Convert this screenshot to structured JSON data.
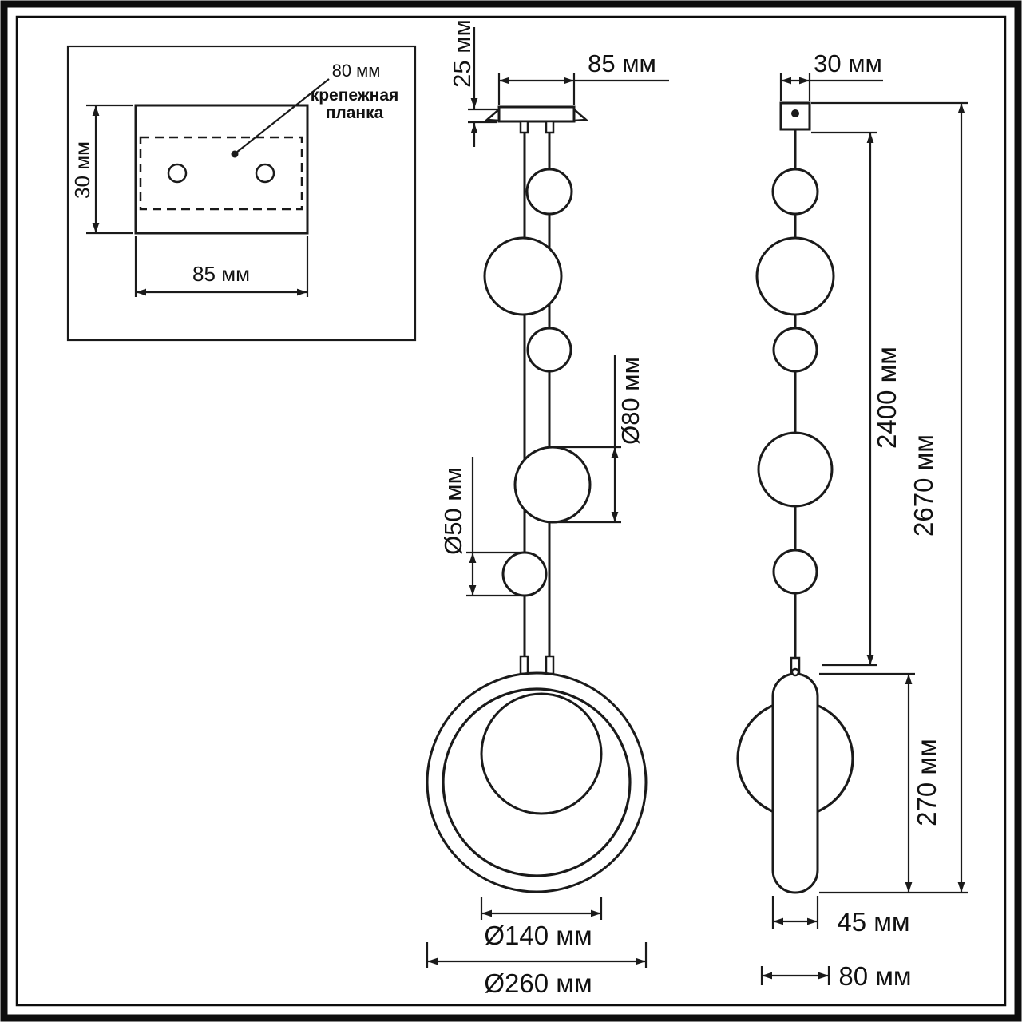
{
  "colors": {
    "line": "#1a1a1a",
    "background": "#ffffff"
  },
  "inset": {
    "plate_width_label": "80 мм",
    "note_line1": "крепежная",
    "note_line2": "планка",
    "height_label": "30 мм",
    "width_label": "85 мм"
  },
  "front_view": {
    "canopy_height_label": "25 мм",
    "canopy_width_label": "85 мм",
    "large_sphere_label": "Ø80 мм",
    "small_sphere_label": "Ø50 мм",
    "inner_diameter_label": "Ø140 мм",
    "outer_diameter_label": "Ø260 мм"
  },
  "side_view": {
    "canopy_width_label": "30 мм",
    "suspension_length_label": "2400 мм",
    "overall_height_label": "2670 мм",
    "pendant_height_label": "270 мм",
    "pendant_width_label": "45 мм",
    "pendant_depth_label": "80 мм"
  }
}
